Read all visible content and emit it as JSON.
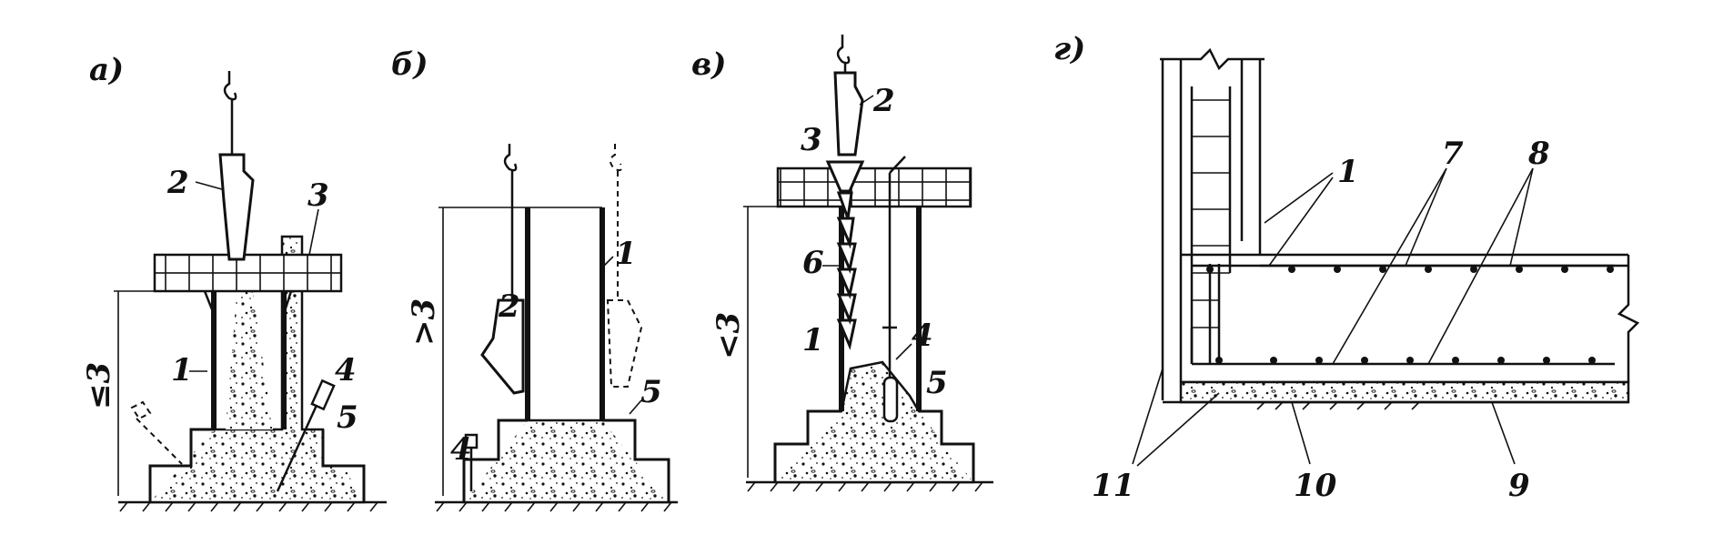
{
  "panels": {
    "a": {
      "title": "а)",
      "height_label": "≤3",
      "callouts": [
        "1",
        "2",
        "3",
        "4",
        "5"
      ]
    },
    "b": {
      "title": "б)",
      "height_label": ">3",
      "callouts": [
        "1",
        "2",
        "4",
        "5"
      ]
    },
    "v": {
      "title": "в)",
      "height_label": "<3",
      "callouts": [
        "1",
        "2",
        "3",
        "4",
        "5",
        "6"
      ]
    },
    "g": {
      "title": "г)",
      "callouts": [
        "1",
        "7",
        "8",
        "9",
        "10",
        "11"
      ]
    }
  }
}
